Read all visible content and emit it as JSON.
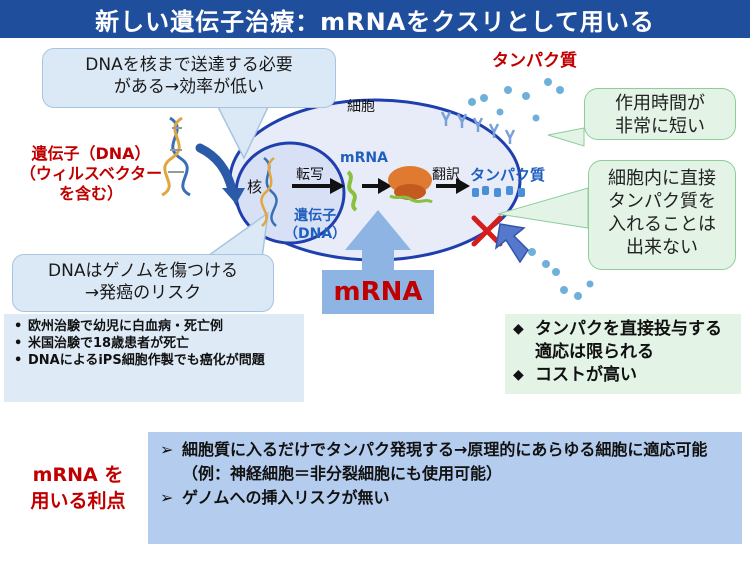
{
  "title": "新しい遺伝子治療：mRNAをクスリとして用いる",
  "bubbles": {
    "nucleus_delivery": [
      "DNAを核まで送達する必要",
      "がある→効率が低い"
    ],
    "genome_risk": [
      "DNAはゲノムを傷つける",
      "→発癌のリスク"
    ],
    "short_time": [
      "作用時間が",
      "非常に短い"
    ],
    "direct_protein": [
      "細胞内に直接",
      "タンパク質を",
      "入れることは",
      "出来ない"
    ]
  },
  "labels": {
    "gene_dna": [
      "遺伝子（DNA）",
      "（ウィルスベクター",
      "を含む）"
    ],
    "protein_top": "タンパク質",
    "cell": "細胞",
    "nucleus": "核",
    "transcription": "転写",
    "mrna_small": "mRNA",
    "translation": "翻訳",
    "protein_in_cell": "タンパク質",
    "gene_in_nucleus": [
      "遺伝子",
      "（DNA）"
    ],
    "mrna_big": "mRNA",
    "advantage_heading": [
      "mRNA を",
      "用いる利点"
    ]
  },
  "dna_issues": [
    "欧州治験で幼児に白血病・死亡例",
    "米国治験で18歳患者が死亡",
    "DNAによるiPS細胞作製でも癌化が問題"
  ],
  "protein_issues": [
    "タンパクを直接投与する適応は限られる",
    "コストが高い"
  ],
  "advantages": [
    "細胞質に入るだけでタンパク発現する→原理的にあらゆる細胞に適応可能（例：神経細胞＝非分裂細胞にも使用可能）",
    "ゲノムへの挿入リスクが無い"
  ],
  "colors": {
    "title_bg": "#1f4e9c",
    "red": "#c00000",
    "blue": "#1f5fbf",
    "bubble_blue": "#dbe8f5",
    "bubble_green": "#e3f4e6",
    "cell_fill": "#e8ecf8",
    "cell_border": "#1f3fae"
  }
}
